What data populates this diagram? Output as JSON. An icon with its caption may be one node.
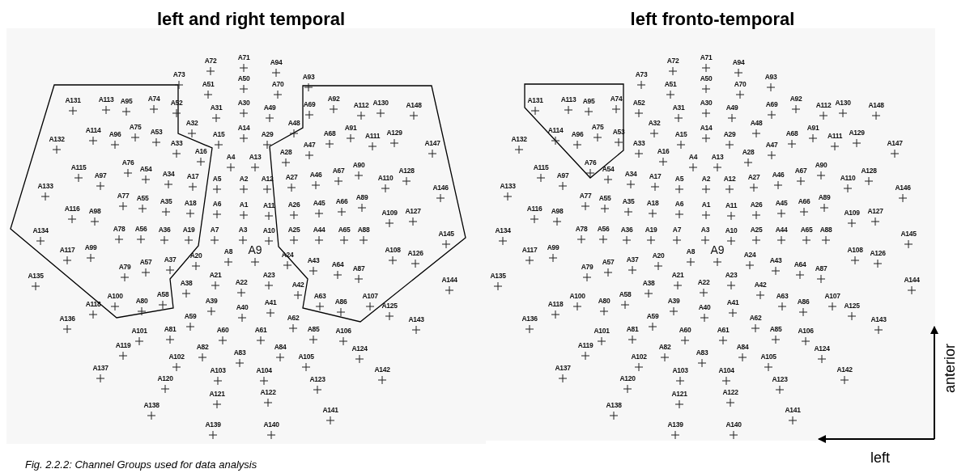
{
  "diagram": {
    "caption": "Fig. 2.2.2: Channel Groups used for data analysis",
    "labels": [
      "left and right temporal",
      "left fronto-temporal",
      "A1",
      "A2",
      "A3",
      "A4",
      "A5",
      "A6",
      "A7",
      "A8",
      "A9",
      "A10",
      "A11",
      "A12",
      "A13",
      "A14",
      "A15",
      "A16",
      "A17",
      "A18",
      "A19",
      "A20",
      "A21",
      "A22",
      "A23",
      "A24",
      "A25",
      "A26",
      "A27",
      "A28",
      "A29",
      "A30",
      "A31",
      "A32",
      "A33",
      "A34",
      "A35",
      "A36",
      "A37",
      "A38",
      "A39",
      "A40",
      "A41",
      "A42",
      "A43",
      "A44",
      "A45",
      "A46",
      "A47",
      "A48",
      "A49",
      "A50",
      "A51",
      "A52",
      "A53",
      "A54",
      "A55",
      "A56",
      "A57",
      "A58",
      "A59",
      "A60",
      "A61",
      "A62",
      "A63",
      "A64",
      "A65",
      "A66",
      "A67",
      "A68",
      "A69",
      "A70",
      "A71",
      "A72",
      "A73",
      "A74",
      "A75",
      "A76",
      "A77",
      "A78",
      "A79",
      "A80",
      "A81",
      "A82",
      "A83",
      "A84",
      "A85",
      "A86",
      "A87",
      "A88",
      "A89",
      "A90",
      "A91",
      "A92",
      "A93",
      "A94",
      "A95",
      "A96",
      "A97",
      "A98",
      "A99",
      "A100",
      "A101",
      "A102",
      "A103",
      "A104",
      "A105",
      "A106",
      "A107",
      "A108",
      "A109",
      "A110",
      "A111",
      "A112",
      "A113",
      "A114",
      "A115",
      "A116",
      "A117",
      "A118",
      "A119",
      "A120",
      "A121",
      "A122",
      "A123",
      "A124",
      "A125",
      "A126",
      "A127",
      "A128",
      "A129",
      "A130",
      "A131",
      "A132",
      "A133",
      "A134",
      "A135",
      "A136",
      "A137",
      "A138",
      "A139",
      "A140",
      "A141",
      "A142",
      "A143",
      "A144",
      "A145",
      "A146",
      "A147",
      "A148",
      "A1",
      "A2",
      "A3",
      "A4",
      "A5",
      "A6",
      "A7",
      "A8",
      "A9",
      "A10",
      "A11",
      "A12",
      "A13",
      "A14",
      "A15",
      "A16",
      "A17",
      "A18",
      "A19",
      "A20",
      "A21",
      "A22",
      "A23",
      "A24",
      "A25",
      "A26",
      "A27",
      "A28",
      "A29",
      "A30",
      "A31",
      "A32",
      "A33",
      "A34",
      "A35",
      "A36",
      "A37",
      "A38",
      "A39",
      "A40",
      "A41",
      "A42",
      "A43",
      "A44",
      "A45",
      "A46",
      "A47",
      "A48",
      "A49",
      "A50",
      "A51",
      "A52",
      "A53",
      "A54",
      "A55",
      "A56",
      "A57",
      "A58",
      "A59",
      "A60",
      "A61",
      "A62",
      "A63",
      "A64",
      "A65",
      "A66",
      "A67",
      "A68",
      "A69",
      "A70",
      "A71",
      "A72",
      "A73",
      "A74",
      "A75",
      "A76",
      "A77",
      "A78",
      "A79",
      "A80",
      "A81",
      "A82",
      "A83",
      "A84",
      "A85",
      "A86",
      "A87",
      "A88",
      "A89",
      "A90",
      "A91",
      "A92",
      "A93",
      "A94",
      "A95",
      "A96",
      "A97",
      "A98",
      "A99",
      "A100",
      "A101",
      "A102",
      "A103",
      "A104",
      "A105",
      "A106",
      "A107",
      "A108",
      "A109",
      "A110",
      "A111",
      "A112",
      "A113",
      "A114",
      "A115",
      "A116",
      "A117",
      "A118",
      "A119",
      "A120",
      "A121",
      "A122",
      "A123",
      "A124",
      "A125",
      "A126",
      "A127",
      "A128",
      "A129",
      "A130",
      "A131",
      "A132",
      "A133",
      "A134",
      "A135",
      "A136",
      "A137",
      "A138",
      "A139",
      "A140",
      "A141",
      "A142",
      "A143",
      "A144",
      "A145",
      "A146",
      "A147",
      "A148",
      "anterior",
      "left"
    ]
  }
}
